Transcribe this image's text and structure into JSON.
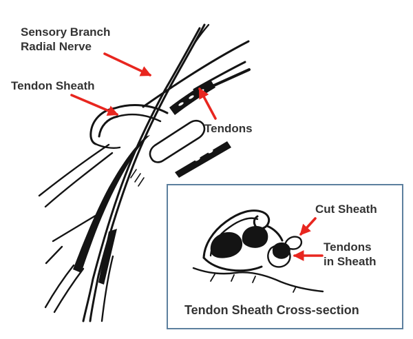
{
  "labels": {
    "sensory_branch_line1": "Sensory Branch",
    "sensory_branch_line2": "Radial Nerve",
    "tendon_sheath": "Tendon Sheath",
    "tendons": "Tendons"
  },
  "inset": {
    "cut_sheath": "Cut Sheath",
    "tendons_in_sheath_line1": "Tendons",
    "tendons_in_sheath_line2": "in Sheath",
    "caption": "Tendon Sheath Cross-section"
  },
  "colors": {
    "arrow_red": "#e8261f",
    "ink": "#141414",
    "label_text": "#333333",
    "inset_border": "#5c7f9e",
    "background": "#ffffff"
  }
}
